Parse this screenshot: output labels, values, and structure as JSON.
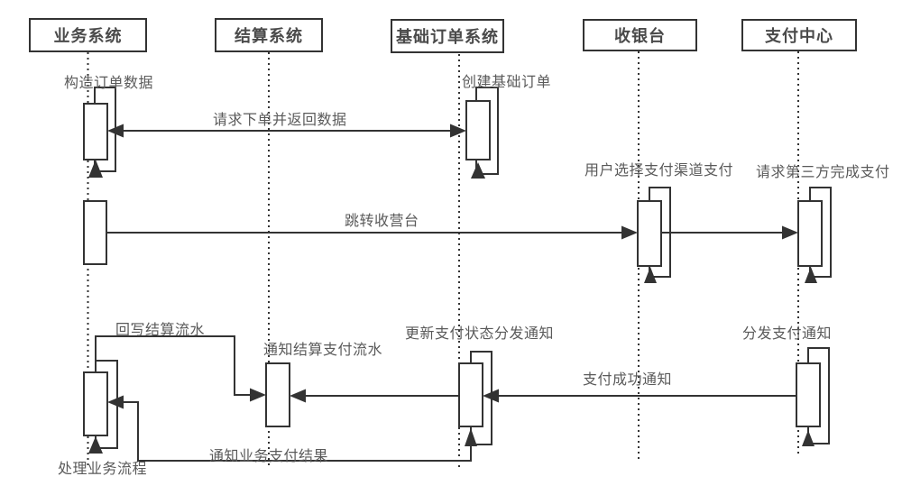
{
  "diagram": {
    "type": "sequence-diagram",
    "actors": [
      {
        "name": "业务系统"
      },
      {
        "name": "结算系统"
      },
      {
        "name": "基础订单系统"
      },
      {
        "name": "收银台"
      },
      {
        "name": "支付中心"
      }
    ],
    "messages": [
      {
        "label": "构造订单数据",
        "from": "业务系统",
        "to": "业务系统",
        "kind": "self-call"
      },
      {
        "label": "请求下单并返回数据",
        "from": "业务系统",
        "to": "基础订单系统",
        "kind": "bidirectional"
      },
      {
        "label": "创建基础订单",
        "from": "基础订单系统",
        "to": "基础订单系统",
        "kind": "self-call"
      },
      {
        "label": "跳转收营台",
        "from": "业务系统",
        "to": "收银台",
        "kind": "call"
      },
      {
        "label": "用户选择支付渠道支付",
        "from": "收银台",
        "to": "收银台",
        "kind": "self-call"
      },
      {
        "label": "请求第三方完成支付",
        "from": "收银台",
        "to": "支付中心",
        "kind": "call"
      },
      {
        "label": "分发支付通知",
        "from": "支付中心",
        "to": "支付中心",
        "kind": "self-call"
      },
      {
        "label": "支付成功通知",
        "from": "支付中心",
        "to": "基础订单系统",
        "kind": "call"
      },
      {
        "label": "更新支付状态分发通知",
        "from": "基础订单系统",
        "to": "基础订单系统",
        "kind": "self-call"
      },
      {
        "label": "通知结算支付流水",
        "from": "基础订单系统",
        "to": "结算系统",
        "kind": "call"
      },
      {
        "label": "回写结算流水",
        "from": "业务系统",
        "to": "结算系统",
        "kind": "elbow-call"
      },
      {
        "label": "通知业务支付结果",
        "from": "基础订单系统",
        "to": "业务系统",
        "kind": "elbow-call"
      },
      {
        "label": "处理业务流程",
        "from": "业务系统",
        "to": "业务系统",
        "kind": "self-call"
      }
    ],
    "colors": {
      "stroke": "#333333",
      "text": "#5a5a5a",
      "background": "#ffffff"
    }
  }
}
